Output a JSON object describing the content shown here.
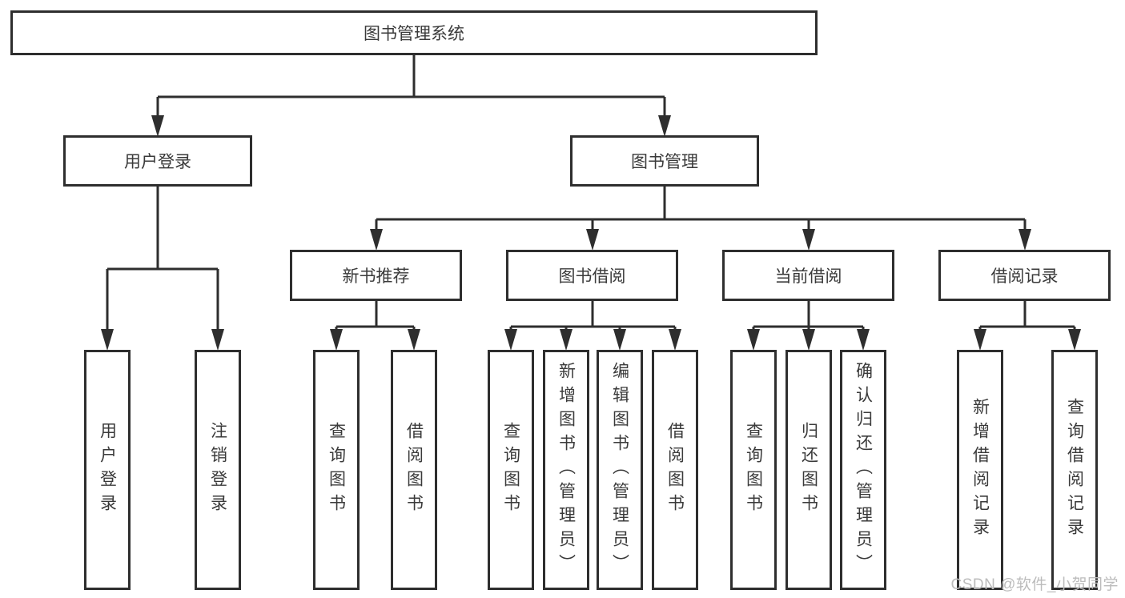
{
  "diagram": {
    "type": "hierarchy-tree",
    "watermark": "CSDN @软件_小贺同学",
    "colors": {
      "line": "#2e2e2e",
      "text": "#3a3a3a",
      "background": "#ffffff",
      "watermark": "#bcbcbc"
    },
    "nodes": {
      "root": "图书管理系统",
      "user_login_branch": "用户登录",
      "book_mgmt_branch": "图书管理",
      "login": "用户登录",
      "logout": "注销登录",
      "new_book_rec": "新书推荐",
      "book_borrow": "图书借阅",
      "current_borrow": "当前借阅",
      "borrow_record": "借阅记录",
      "nbr_query_book": "查询图书",
      "nbr_borrow_book": "借阅图书",
      "bb_query_book": "查询图书",
      "bb_add_book": "新增图书（管理员）",
      "bb_edit_book": "编辑图书（管理员）",
      "bb_borrow_book": "借阅图书",
      "cb_query_book": "查询图书",
      "cb_return_book": "归还图书",
      "cb_confirm_return": "确认归还（管理员）",
      "br_add_record": "新增借阅记录",
      "br_query_record": "查询借阅记录"
    },
    "edges": [
      [
        "root",
        "user_login_branch"
      ],
      [
        "root",
        "book_mgmt_branch"
      ],
      [
        "user_login_branch",
        "login"
      ],
      [
        "user_login_branch",
        "logout"
      ],
      [
        "book_mgmt_branch",
        "new_book_rec"
      ],
      [
        "book_mgmt_branch",
        "book_borrow"
      ],
      [
        "book_mgmt_branch",
        "current_borrow"
      ],
      [
        "book_mgmt_branch",
        "borrow_record"
      ],
      [
        "new_book_rec",
        "nbr_query_book"
      ],
      [
        "new_book_rec",
        "nbr_borrow_book"
      ],
      [
        "book_borrow",
        "bb_query_book"
      ],
      [
        "book_borrow",
        "bb_add_book"
      ],
      [
        "book_borrow",
        "bb_edit_book"
      ],
      [
        "book_borrow",
        "bb_borrow_book"
      ],
      [
        "current_borrow",
        "cb_query_book"
      ],
      [
        "current_borrow",
        "cb_return_book"
      ],
      [
        "current_borrow",
        "cb_confirm_return"
      ],
      [
        "borrow_record",
        "br_add_record"
      ],
      [
        "borrow_record",
        "br_query_record"
      ]
    ]
  }
}
